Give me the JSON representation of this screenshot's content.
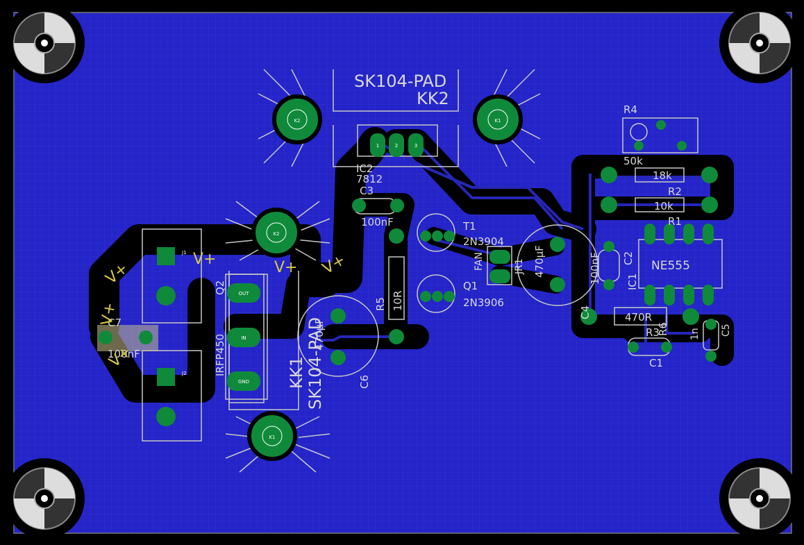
{
  "board": {
    "colors": {
      "background": "#000000",
      "copper_pour": "#2424c8",
      "grid_line": "#3a3ad8",
      "trace_bottom": "#2626b8",
      "pad_green": "#0f8a3a",
      "silkscreen": "#d8d8d8",
      "silkscreen_highlight": "#d8c84a",
      "keepout": "#000000"
    }
  },
  "labels": {
    "heatsink_top_name": "SK104-PAD",
    "heatsink_top_value": "KK2",
    "heatsink_left_name": "SK104-PAD",
    "heatsink_left_value": "KK1",
    "ic2_name": "IC2",
    "ic2_value": "7812",
    "ic1_name": "IC1",
    "ic1_value": "NE555",
    "c3_name": "C3",
    "c3_value": "100nF",
    "c7_name": "C7",
    "c7_value": "100nF",
    "c2_name": "C2",
    "c2_value": "100nF",
    "c4_name": "C4",
    "c4_value": "470µF",
    "c6_name": "C6",
    "c6_value": "470µF",
    "c1_name": "C1",
    "c5_name": "C5",
    "c5_value": "1n",
    "r1_name": "R1",
    "r2_name": "R2",
    "r2_value": "10k",
    "r3_name": "R3",
    "r3_value": "18k",
    "r4_name": "R4",
    "r4_value": "50k",
    "r5_name": "R5",
    "r5_value": "10R",
    "r6_name": "R6",
    "r6_value": "470R",
    "t1_name": "T1",
    "t1_value": "2N3904",
    "q1_name": "Q1",
    "q1_value": "2N3906",
    "q2_name": "Q2",
    "q2_value": "IRFP450",
    "jr1_name": "JR1",
    "jr1_value": "FAN",
    "vplus": "V+",
    "vminus": "V+",
    "k1": "K1",
    "k2": "K2",
    "pin1": "1",
    "pin2": "2",
    "pin3": "3",
    "j1": "J1",
    "j2": "J2",
    "out": "OUT",
    "in": "IN",
    "gnd": "GND"
  }
}
